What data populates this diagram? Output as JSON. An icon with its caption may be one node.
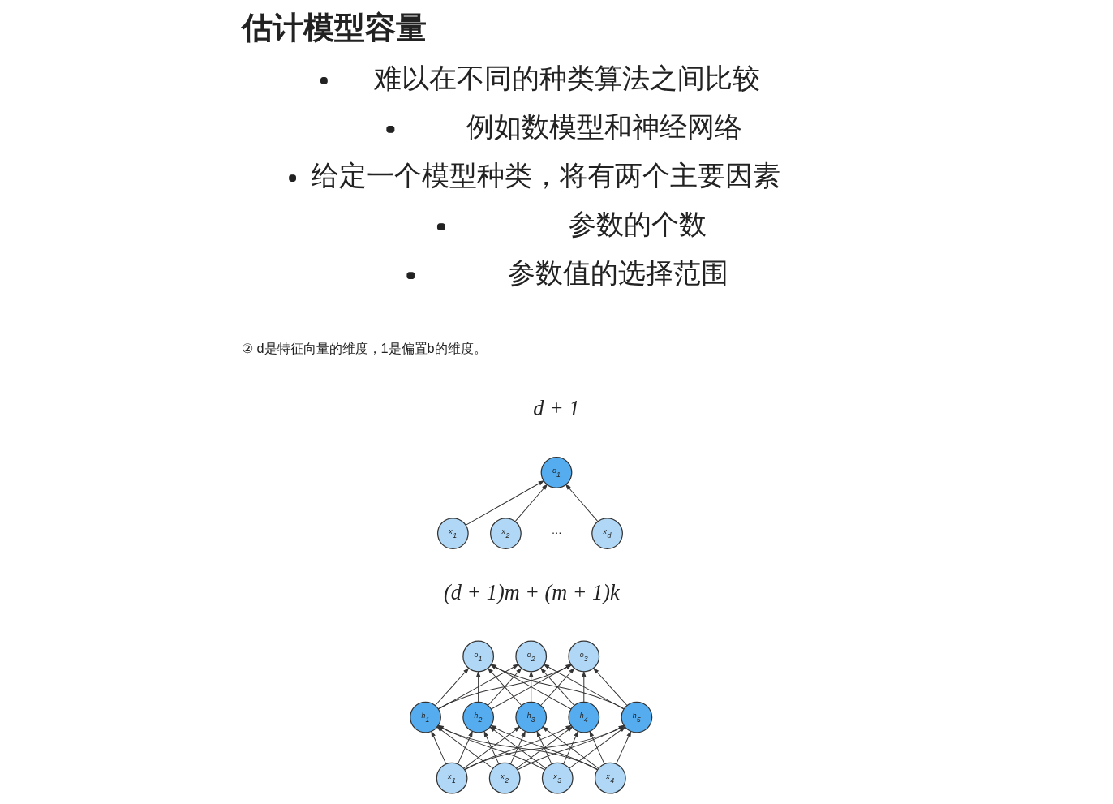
{
  "diagram": {
    "title": "估计模型容量",
    "nodes": [
      {
        "text": [
          "o$_{1}$"
        ]
      },
      {
        "text": [
          "x$_{1}$"
        ]
      },
      {
        "text": [
          "x$_{2}$"
        ]
      },
      {
        "text": [
          "x$_{d}$"
        ]
      },
      {
        "text": [
          "o$_{1}$"
        ]
      },
      {
        "text": [
          "o$_{2}$"
        ]
      },
      {
        "text": [
          "o$_{3}$"
        ]
      },
      {
        "text": [
          "h$_{1}$"
        ]
      },
      {
        "text": [
          "h$_{2}$"
        ]
      },
      {
        "text": [
          "h$_{3}$"
        ]
      },
      {
        "text": [
          "h$_{4}$"
        ]
      },
      {
        "text": [
          "h$_{5}$"
        ]
      },
      {
        "text": [
          "x$_{1}$"
        ]
      },
      {
        "text": [
          "x$_{2}$"
        ]
      },
      {
        "text": [
          "x$_{3}$"
        ]
      },
      {
        "text": [
          "x$_{4}$"
        ]
      }
    ],
    "edges": [
      {
        "from": 1,
        "to": 0,
        "arrow": "to"
      },
      {
        "from": 2,
        "to": 0,
        "arrow": "to"
      },
      {
        "from": 3,
        "to": 0,
        "arrow": "to"
      },
      {
        "from": 7,
        "to": 4,
        "arrow": "to"
      },
      {
        "from": 7,
        "to": 5,
        "arrow": "to"
      },
      {
        "from": 7,
        "to": 6,
        "arrow": "to"
      },
      {
        "from": 8,
        "to": 4,
        "arrow": "to"
      },
      {
        "from": 8,
        "to": 5,
        "arrow": "to"
      },
      {
        "from": 8,
        "to": 6,
        "arrow": "to"
      },
      {
        "from": 9,
        "to": 4,
        "arrow": "to"
      },
      {
        "from": 9,
        "to": 5,
        "arrow": "to"
      },
      {
        "from": 9,
        "to": 6,
        "arrow": "to"
      },
      {
        "from": 10,
        "to": 4,
        "arrow": "to"
      },
      {
        "from": 10,
        "to": 5,
        "arrow": "to"
      },
      {
        "from": 10,
        "to": 6,
        "arrow": "to"
      },
      {
        "from": 11,
        "to": 4,
        "arrow": "to"
      },
      {
        "from": 11,
        "to": 5,
        "arrow": "to"
      },
      {
        "from": 11,
        "to": 6,
        "arrow": "to"
      },
      {
        "from": 12,
        "to": 7,
        "arrow": "to"
      },
      {
        "from": 12,
        "to": 8,
        "arrow": "to"
      },
      {
        "from": 12,
        "to": 9,
        "arrow": "to"
      },
      {
        "from": 12,
        "to": 10,
        "arrow": "to"
      },
      {
        "from": 12,
        "to": 11,
        "arrow": "to"
      },
      {
        "from": 13,
        "to": 7,
        "arrow": "to"
      },
      {
        "from": 13,
        "to": 8,
        "arrow": "to"
      },
      {
        "from": 13,
        "to": 9,
        "arrow": "to"
      },
      {
        "from": 13,
        "to": 10,
        "arrow": "to"
      },
      {
        "from": 13,
        "to": 11,
        "arrow": "to"
      },
      {
        "from": 14,
        "to": 7,
        "arrow": "to"
      },
      {
        "from": 14,
        "to": 8,
        "arrow": "to"
      },
      {
        "from": 14,
        "to": 9,
        "arrow": "to"
      },
      {
        "from": 14,
        "to": 10,
        "arrow": "to"
      },
      {
        "from": 14,
        "to": 11,
        "arrow": "to"
      },
      {
        "from": 15,
        "to": 7,
        "arrow": "to"
      },
      {
        "from": 15,
        "to": 8,
        "arrow": "to"
      },
      {
        "from": 15,
        "to": 9,
        "arrow": "to"
      },
      {
        "from": 15,
        "to": 10,
        "arrow": "to"
      },
      {
        "from": 15,
        "to": 11,
        "arrow": "to"
      }
    ],
    "labels": [
      "难以在不同的种类算法之间比较",
      "例如数模型和神经网络",
      "给定一个模型种类，将有两个主要因素",
      "参数的个数",
      "参数值的选择范围",
      "② d是特征向量的维度，1是偏置b的维度。",
      "d + 1",
      "⋯",
      "(d + 1)m + (m + 1)k"
    ]
  }
}
